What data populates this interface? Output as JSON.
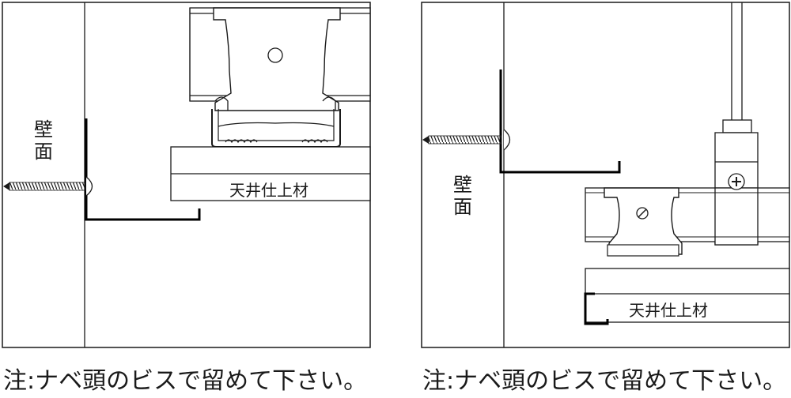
{
  "left_panel": {
    "wall_label": [
      "壁",
      "面"
    ],
    "ceiling_label": "天井仕上材",
    "note": "注:ナベ頭のビスで留めて下さい。"
  },
  "right_panel": {
    "wall_label": [
      "壁",
      "面"
    ],
    "ceiling_label": "天井仕上材",
    "note": "注:ナベ頭のビスで留めて下さい。"
  },
  "colors": {
    "line": "#1a1a1a",
    "fill": "#ffffff",
    "bracket": "#000000"
  }
}
